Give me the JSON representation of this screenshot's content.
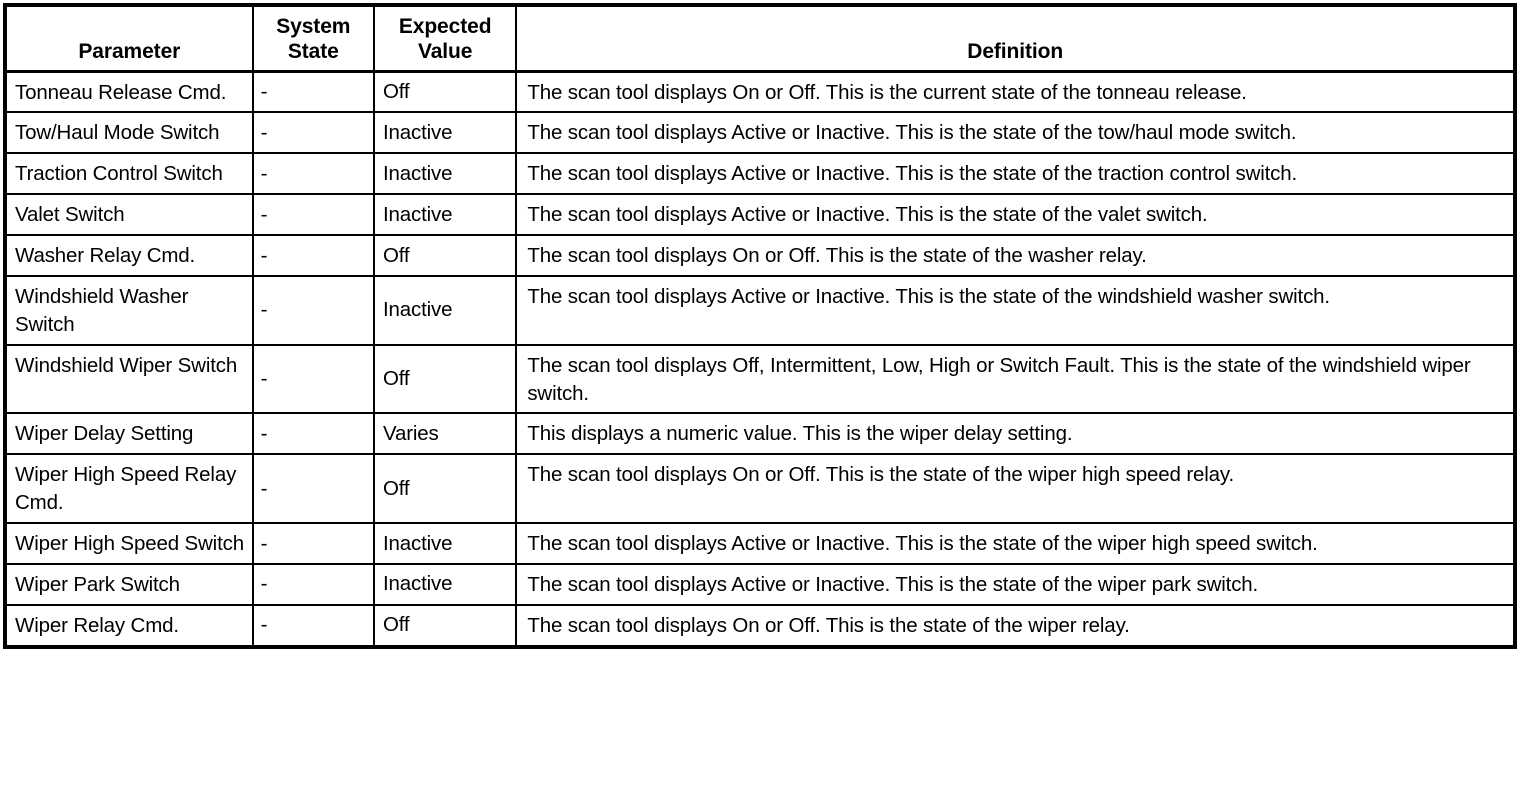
{
  "table": {
    "columns": [
      {
        "key": "parameter",
        "label": "Parameter",
        "align": "center"
      },
      {
        "key": "system_state",
        "label": "System\nState",
        "label_line1": "System",
        "label_line2": "State",
        "align": "center"
      },
      {
        "key": "expected_value",
        "label": "Expected\nValue",
        "label_line1": "Expected",
        "label_line2": "Value",
        "align": "center"
      },
      {
        "key": "definition",
        "label": "Definition",
        "align": "center"
      }
    ],
    "rows": [
      {
        "parameter": "Tonneau Release Cmd.",
        "system_state": "-",
        "expected_value": "Off",
        "definition": "The scan tool displays On or Off. This is the current state of the tonneau release."
      },
      {
        "parameter": "Tow/Haul Mode Switch",
        "system_state": "-",
        "expected_value": "Inactive",
        "definition": "The scan tool displays Active or Inactive. This is the state of the tow/haul mode switch."
      },
      {
        "parameter": "Traction Control Switch",
        "system_state": "-",
        "expected_value": "Inactive",
        "definition": "The scan tool displays Active or Inactive. This is the state of the traction control switch."
      },
      {
        "parameter": "Valet Switch",
        "system_state": "-",
        "expected_value": "Inactive",
        "definition": "The scan tool displays Active or Inactive. This is the state of the valet switch."
      },
      {
        "parameter": "Washer Relay Cmd.",
        "system_state": "-",
        "expected_value": "Off",
        "definition": "The scan tool displays On or Off. This is the state of the washer relay."
      },
      {
        "parameter": "Windshield Washer Switch",
        "system_state": "-",
        "expected_value": "Inactive",
        "definition": "The scan tool displays Active or Inactive. This is the state of the windshield washer switch."
      },
      {
        "parameter": "Windshield Wiper Switch",
        "system_state": "-",
        "expected_value": "Off",
        "definition": "The scan tool displays Off, Intermittent, Low, High or Switch Fault. This is the state of the windshield wiper switch."
      },
      {
        "parameter": "Wiper Delay Setting",
        "system_state": "-",
        "expected_value": "Varies",
        "definition": "This displays a numeric value. This is the wiper delay setting."
      },
      {
        "parameter": "Wiper High Speed Relay Cmd.",
        "system_state": "-",
        "expected_value": "Off",
        "definition": "The scan tool displays On or Off. This is the state of the wiper high speed relay."
      },
      {
        "parameter": "Wiper High Speed Switch",
        "system_state": "-",
        "expected_value": "Inactive",
        "definition": "The scan tool displays Active or Inactive. This is the state of the wiper high speed switch."
      },
      {
        "parameter": "Wiper Park Switch",
        "system_state": "-",
        "expected_value": "Inactive",
        "definition": "The scan tool displays Active or Inactive. This is the state of the wiper park switch."
      },
      {
        "parameter": "Wiper Relay Cmd.",
        "system_state": "-",
        "expected_value": "Off",
        "definition": "The scan tool displays On or Off. This is the state of the wiper relay."
      }
    ]
  },
  "style": {
    "border_color": "#000000",
    "text_color": "#000000",
    "background": "#ffffff"
  }
}
